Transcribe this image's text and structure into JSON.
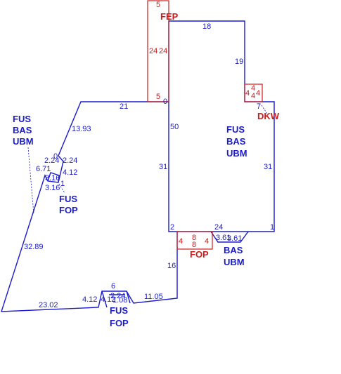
{
  "area_labels": {
    "fep": "FEP",
    "dkw": "DKW",
    "fop_front": "FOP",
    "right_fus": "FUS",
    "right_bas": "BAS",
    "right_ubm": "UBM",
    "left_fus": "FUS",
    "left_bas": "BAS",
    "left_ubm": "UBM",
    "mid_fus": "FUS",
    "mid_fop": "FOP",
    "bump_bas": "BAS",
    "bump_ubm": "UBM",
    "bottom_fus": "FUS",
    "bottom_fop": "FOP"
  },
  "dimensions": {
    "fep_top": "5",
    "fep_left": "24",
    "fep_right": "24",
    "fep_bottom": "5",
    "top": "18",
    "right_upper": "19",
    "dkw_a": "4",
    "dkw_b": "4",
    "dkw_c": "4",
    "dkw_d": "4",
    "dkw_e": "7",
    "right": "31",
    "inner_left_upper": "50",
    "inner_left_lower": "31",
    "zero": "0",
    "upper_slant_top": "21",
    "upper_slant": "13.93",
    "notch_a": "2.24",
    "notch_b": "2.24",
    "notch_c": "0",
    "notch_d": "6.71",
    "notch_e": "4.12",
    "notch_f": "3.16",
    "notch_g": "3.16",
    "notch_h": "1",
    "long_slant": "32.89",
    "bottom_left": "23.02",
    "bump_a": "4.12",
    "bump_b": "4.12",
    "bump_c": "6",
    "bump_d": "1.08",
    "bump_e": "2.24",
    "bottom_right": "11.05",
    "lower_vert": "16",
    "inner_bottom_left": "2",
    "inner_bottom": "24",
    "inner_bottom_right": "1",
    "fop_left": "4",
    "fop_mid_a": "8",
    "fop_mid_b": "8",
    "fop_right": "4",
    "bas_bump_a": "3.61",
    "bas_bump_b": "3.61"
  }
}
